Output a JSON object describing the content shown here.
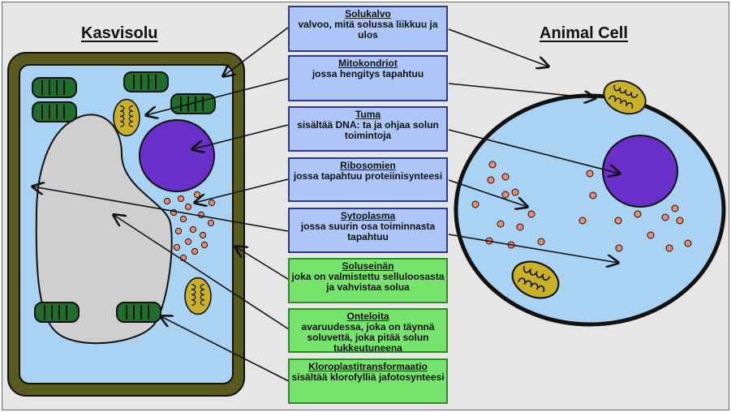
{
  "titles": {
    "plant": "Kasvisolu",
    "animal": "Animal Cell"
  },
  "labels": [
    {
      "title": "Solukalvo",
      "desc": "valvoo, mitä solussa liikkuu ja ulos"
    },
    {
      "title": "Mitokondriot",
      "desc": "jossa hengitys tapahtuu"
    },
    {
      "title": "Tuma",
      "desc": "sisältää DNA: ta ja ohjaa solun toimintoja"
    },
    {
      "title": "Ribosomien",
      "desc": "jossa tapahtuu proteiinisynteesi"
    },
    {
      "title": "Sytoplasma",
      "desc": "jossa suurin osa toiminnasta tapahtuu"
    },
    {
      "title": "Soluseinän",
      "desc": "joka on valmistettu selluloosasta ja vahvistaa solua"
    },
    {
      "title": "Onteloita",
      "desc": "avaruudessa, joka on täynnä soluvettä, joka pitää solun tukkeutuneena"
    },
    {
      "title": "Kloroplastitransformaatio",
      "desc": "sisältää klorofylliä jafotosynteesi"
    }
  ],
  "colors": {
    "blue_box": "#adc6f7",
    "green_box": "#76e36d",
    "cytoplasm": "#a9d2f3",
    "cell_wall": "#5b5a1e",
    "nucleus": "#6a2fc9",
    "vacuole": "#cfcfcf",
    "chloroplast": "#1f6e2c",
    "mitochondria": "#c9b12a",
    "ribosome": "#f08a6a"
  }
}
